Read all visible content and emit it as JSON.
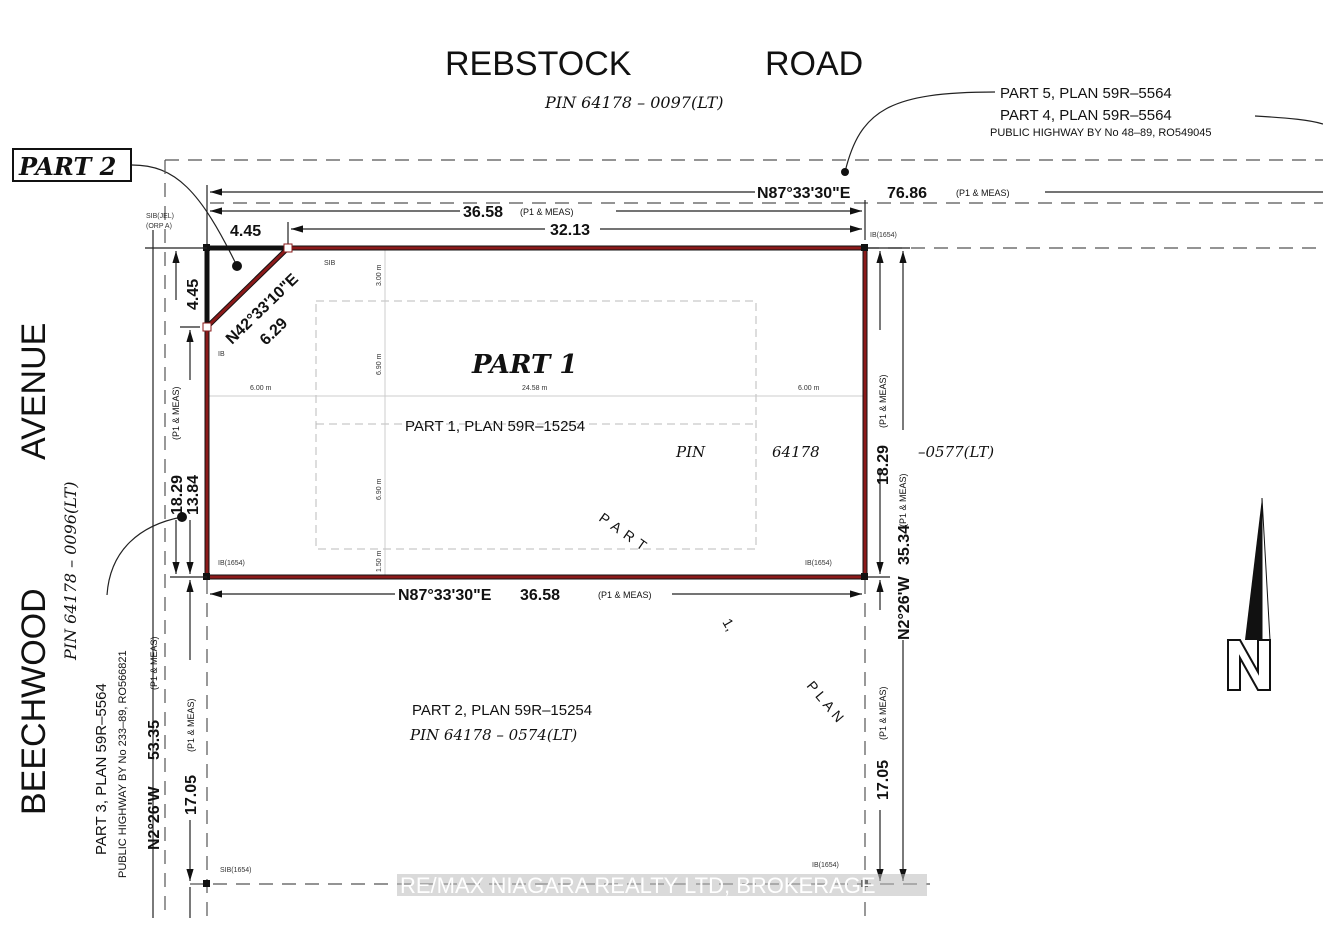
{
  "roads": {
    "top_1": "REBSTOCK",
    "top_2": "ROAD",
    "left": "BEECHWOOD",
    "left_2": "AVENUE"
  },
  "pins": {
    "top": "PIN 64178 – 0097(LT)",
    "left": "PIN 64178 – 0096(LT)",
    "right_pin": "PIN",
    "right_num": "64178",
    "right_suffix": "–0577(LT)",
    "bottom": "PIN 64178 – 0574(LT)"
  },
  "callouts": {
    "part2_box": "PART 2",
    "part5": "PART 5,     PLAN   59R–5564",
    "part4": "PART 4,     PLAN   59R–5564",
    "highway_top": "PUBLIC HIGHWAY BY No 48–89, RO549045",
    "part3": "PART 3,   PLAN   59R–5564",
    "highway_left": "PUBLIC HIGHWAY BY No 233–89, RO566821"
  },
  "parts": {
    "part1_title": "PART 1",
    "part1_plan": "PART 1,   PLAN  59R–15254",
    "part2_plan": "PART 2,   PLAN  59R–15254",
    "curved_part": "PART",
    "curved_1": "1,",
    "curved_plan": "PLAN"
  },
  "dimensions": {
    "top_bearing": "N87°33'30\"E",
    "top_total": "76.86",
    "p1meas": "(P1 & MEAS)",
    "top_lot": "36.58",
    "top_short": "4.45",
    "top_remain": "32.13",
    "left_short": "4.45",
    "diag_bearing": "N42°33'10\"E",
    "diag_len": "6.29",
    "left_18": "18.29",
    "left_13": "13.84",
    "bottom_bearing": "N87°33'30\"E",
    "bottom_len": "36.58",
    "left_53": "53.35",
    "left_bearing": "N2°26'W",
    "left_17": "17.05",
    "right_18": "18.29",
    "right_35": "35.34",
    "right_bearing": "N2°26'W",
    "right_17": "17.05"
  },
  "monuments": {
    "sib_jel": "SIB(JEL)",
    "orp": "(ORP A)",
    "ib1654_tr": "IB(1654)",
    "sib": "SIB",
    "ib": "IB",
    "ib1654_bl": "IB(1654)",
    "ib1654_br": "IB(1654)",
    "sib1654": "SIB(1654)",
    "ib1654_b": "IB(1654)"
  },
  "setbacks": {
    "front": "3.00 m",
    "side_l": "6.00 m",
    "width": "24.58 m",
    "side_r": "6.00 m",
    "depth1": "6.90 m",
    "depth2": "6.90 m",
    "rear": "1.50 m"
  },
  "watermark": "RE/MAX NIAGARA REALTY LTD, BROKERAGE",
  "colors": {
    "lot_outline": "#8b1a1a"
  }
}
